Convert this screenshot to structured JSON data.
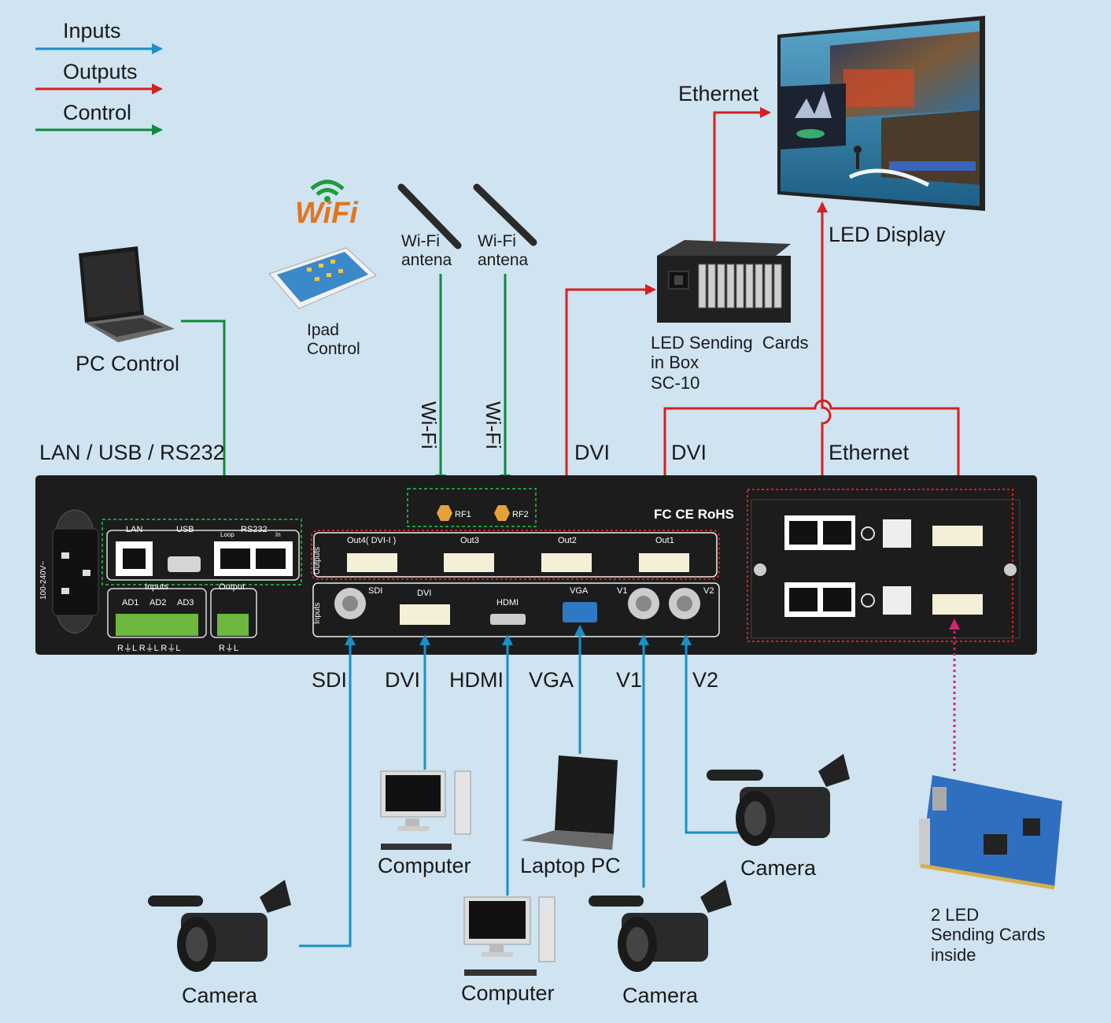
{
  "legend": {
    "inputs": "Inputs",
    "outputs": "Outputs",
    "control": "Control",
    "colors": {
      "inputs": "#1a8fc8",
      "outputs": "#d62020",
      "control": "#0f8a3c"
    }
  },
  "devices": {
    "pc_control": "PC Control",
    "wifi_logo": "WiFi",
    "ipad": [
      "Ipad",
      "Control"
    ],
    "antenna1": [
      "Wi-Fi",
      "antena"
    ],
    "antenna2": [
      "Wi-Fi",
      "antena"
    ],
    "sending_box": [
      "LED Sending  Cards",
      "in Box",
      "SC-10"
    ],
    "led_display": "LED Display",
    "ethernet_top": "Ethernet",
    "sending_cards_inside": [
      "2 LED",
      "Sending Cards",
      "inside"
    ],
    "computer_1": "Computer",
    "computer_2": "Computer",
    "laptop": "Laptop PC",
    "camera_left": "Camera",
    "camera_mid": "Camera",
    "camera_right": "Camera"
  },
  "connections": {
    "lan_usb_rs232": "LAN / USB / RS232",
    "wifi_1": "Wi-Fi",
    "wifi_2": "Wi-Fi",
    "dvi_1": "DVI",
    "dvi_2": "DVI",
    "ethernet": "Ethernet",
    "sdi": "SDI",
    "dvi_in": "DVI",
    "hdmi": "HDMI",
    "vga": "VGA",
    "v1": "V1",
    "v2": "V2"
  },
  "panel": {
    "power": "100-240V~",
    "lan": "LAN",
    "usb": "USB",
    "rs232": "RS232",
    "loop": "Loop",
    "in": "In",
    "inputs_group": "Inputs",
    "output_group": "Output",
    "ad1": "AD1",
    "ad2": "AD2",
    "ad3": "AD3",
    "terminal_in": "R⏚L R⏚L R⏚L",
    "terminal_out": "R⏚L",
    "rf1": "RF1",
    "rf2": "RF2",
    "outputs_side": "Outputs",
    "inputs_side": "Inputs",
    "out4": "Out4( DVI-I )",
    "out3": "Out3",
    "out2": "Out2",
    "out1": "Out1",
    "in_sdi": "SDI",
    "in_dvi": "DVI",
    "in_hdmi": "HDMI",
    "in_vga": "VGA",
    "in_v1": "V1",
    "in_v2": "V2",
    "certs": "FC CE RoHS"
  }
}
